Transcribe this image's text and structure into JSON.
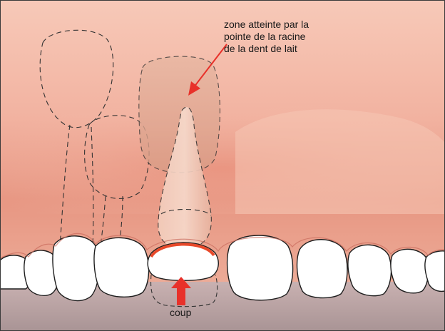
{
  "annotation": {
    "lines": [
      "zone atteinte par la",
      "pointe de la racine",
      "de la dent de lait"
    ]
  },
  "impact_label": "coup",
  "colors": {
    "gum": "#f2b7a5",
    "gum_dark": "#e48a76",
    "tooth": "#ffffff",
    "arrow": "#e8312a",
    "root_highlight": "#e8492a",
    "frame": "#3a3a3a"
  }
}
